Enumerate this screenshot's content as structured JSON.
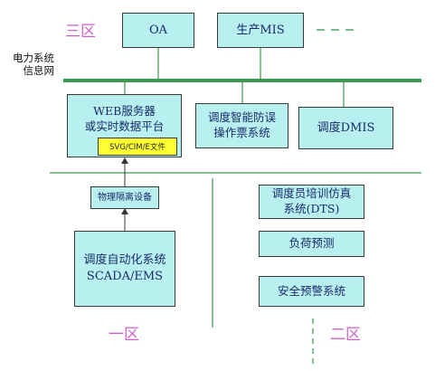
{
  "zones": {
    "zone3": "三区",
    "zone1": "一区",
    "zone2": "二区"
  },
  "network_label": [
    "电力系统",
    "信息网"
  ],
  "zone3_boxes": {
    "oa": "OA",
    "mis": "生产MIS",
    "web": [
      "WEB服务器",
      "或实时数据平台"
    ],
    "web_tag": "SVG/CIM/E文件",
    "ticket": [
      "调度智能防误",
      "操作票系统"
    ],
    "dmis": "调度DMIS"
  },
  "zone1_boxes": {
    "isolation": "物理隔离设备",
    "scada": [
      "调度自动化系统",
      "SCADA/EMS"
    ]
  },
  "zone2_boxes": {
    "dts": [
      "调度员培训仿真",
      "系统(DTS)"
    ],
    "load": "负荷预测",
    "warning": "安全预警系统"
  },
  "colors": {
    "box_fill": "#b7f0ee",
    "bus": "#3a9a4e",
    "zone_label": "#d060c8",
    "tag_fill": "#ffff33"
  }
}
